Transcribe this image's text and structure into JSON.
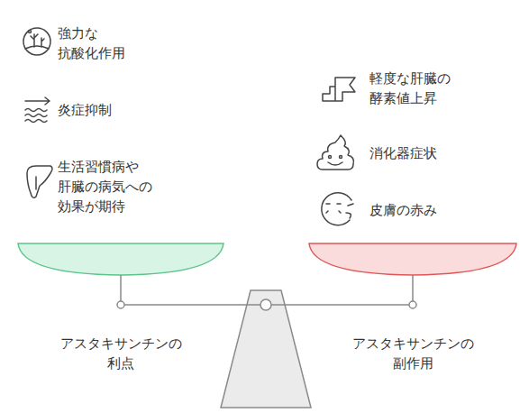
{
  "diagram": {
    "labels": [
      "強力な 抗酸化作用",
      "炎症抑制",
      "生活習慣病や 肝臓の病気への 効果が期待",
      "軽度な肝臓の 酵素値上昇",
      "消化器症状",
      "皮膚の赤み",
      "アスタキサンチンの 利点",
      "アスタキサンチンの 副作用"
    ]
  }
}
